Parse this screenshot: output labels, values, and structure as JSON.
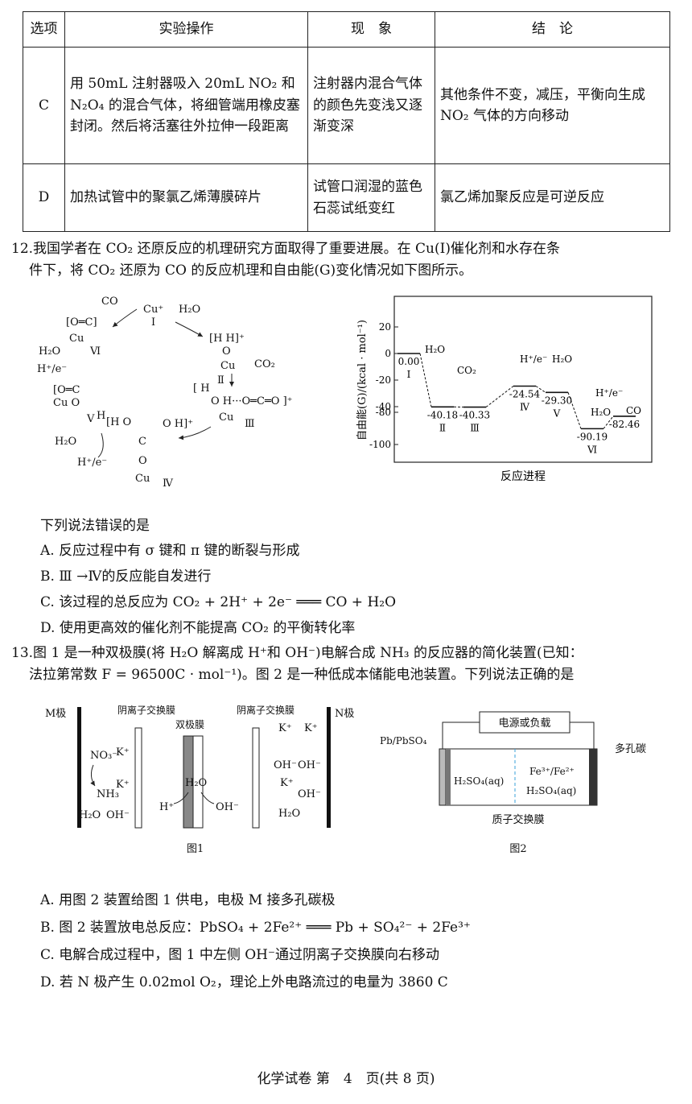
{
  "table": {
    "headers": [
      "选项",
      "实验操作",
      "现　象",
      "结　论"
    ],
    "rows": [
      {
        "option": "C",
        "operation": "用 50mL 注射器吸入 20mL NO₂ 和 N₂O₄ 的混合气体，将细管端用橡皮塞封闭。然后将活塞往外拉伸一段距离",
        "phenomenon": "注射器内混合气体的颜色先变浅又逐渐变深",
        "conclusion": "其他条件不变，减压，平衡向生成 NO₂ 气体的方向移动"
      },
      {
        "option": "D",
        "operation": "加热试管中的聚氯乙烯薄膜碎片",
        "phenomenon": "试管口润湿的蓝色石蕊试纸变红",
        "conclusion": "氯乙烯加聚反应是可逆反应"
      }
    ]
  },
  "q12": {
    "number": "12.",
    "stem_line1": "我国学者在 CO₂ 还原反应的机理研究方面取得了重要进展。在 Cu(Ⅰ)催化剂和水存在条",
    "stem_line2": "件下，将 CO₂ 还原为 CO 的反应机理和自由能(G)变化情况如下图所示。",
    "prompt": "下列说法错误的是",
    "options": [
      "A. 反应过程中有 σ 键和 π 键的断裂与形成",
      "B. Ⅲ →Ⅳ的反应能自发进行",
      "C. 该过程的总反应为 CO₂ + 2H⁺ + 2e⁻ ═══ CO + H₂O",
      "D. 使用更高效的催化剂不能提高 CO₂ 的平衡转化率"
    ],
    "mechanism": {
      "species": [
        "Cu⁺",
        "CO",
        "H₂O",
        "CO₂",
        "H⁺/e⁻",
        "Cu"
      ],
      "roman": [
        "Ⅰ",
        "Ⅱ",
        "Ⅲ",
        "Ⅳ",
        "Ⅴ",
        "Ⅵ"
      ]
    },
    "energy_chart": {
      "ylabel": "自由能(G)/(kcal · mol⁻¹)",
      "xlabel": "反应进程",
      "yticks": [
        "20",
        "0",
        "-20",
        "-40",
        "-80",
        "-100"
      ],
      "levels": [
        {
          "label": "Ⅰ",
          "value": "0.00",
          "v": 0.0
        },
        {
          "label": "Ⅱ",
          "value": "-40.18",
          "v": -40.18
        },
        {
          "label": "Ⅲ",
          "value": "-40.33",
          "v": -40.33
        },
        {
          "label": "Ⅳ",
          "value": "-24.54",
          "v": -24.54
        },
        {
          "label": "Ⅴ",
          "value": "-29.30",
          "v": -29.3
        },
        {
          "label": "Ⅵ",
          "value": "-90.19",
          "v": -90.19
        },
        {
          "label": "",
          "value": "-82.46",
          "v": -82.46
        }
      ],
      "step_annotations": [
        "H₂O",
        "CO₂",
        "H⁺/e⁻",
        "H₂O",
        "H⁺/e⁻",
        "H₂O",
        "CO"
      ]
    }
  },
  "q13": {
    "number": "13.",
    "stem_line1": "图 1 是一种双极膜(将 H₂O 解离成 H⁺和 OH⁻)电解合成 NH₃ 的反应器的简化装置(已知：",
    "stem_line2": "法拉第常数 F = 96500C · mol⁻¹)。图 2 是一种低成本储能电池装置。下列说法正确的是",
    "fig1": {
      "caption": "图1",
      "m_electrode": "M极",
      "n_electrode": "N极",
      "membrane_labels": [
        "阴离子交换膜",
        "双极膜",
        "阴离子交换膜"
      ],
      "left_species": [
        "NO₃⁻",
        "K⁺",
        "NH₃",
        "K⁺",
        "H₂O",
        "OH⁻"
      ],
      "middle_species": [
        "H₂O",
        "H⁺",
        "OH⁻"
      ],
      "right_species": [
        "K⁺",
        "K⁺",
        "OH⁻",
        "OH⁻",
        "K⁺",
        "OH⁻",
        "H₂O"
      ]
    },
    "fig2": {
      "caption": "图2",
      "load_label": "电源或负载",
      "left_electrode": "Pb/PbSO₄",
      "right_electrode": "多孔碳",
      "left_solution": "H₂SO₄(aq)",
      "right_couple": "Fe³⁺/Fe²⁺",
      "right_solution": "H₂SO₄(aq)",
      "membrane": "质子交换膜"
    },
    "options": [
      "A. 用图 2 装置给图 1 供电，电极 M 接多孔碳极",
      "B. 图 2 装置放电总反应：PbSO₄ + 2Fe²⁺ ═══ Pb + SO₄²⁻ + 2Fe³⁺",
      "C. 电解合成过程中，图 1 中左侧 OH⁻通过阴离子交换膜向右移动",
      "D. 若 N 极产生 0.02mol O₂，理论上外电路流过的电量为 3860 C"
    ]
  },
  "footer": "化学试卷 第　4　页(共 8 页)"
}
